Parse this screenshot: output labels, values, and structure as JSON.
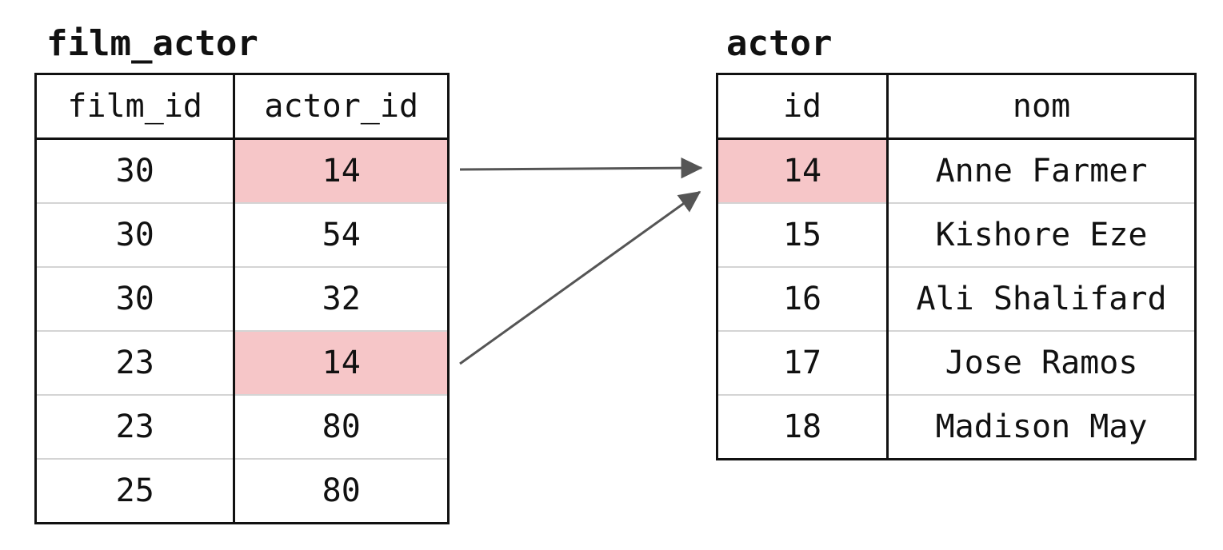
{
  "film_actor": {
    "title": "film_actor",
    "columns": [
      "film_id",
      "actor_id"
    ],
    "rows": [
      {
        "film_id": "30",
        "actor_id": "14",
        "highlight": true
      },
      {
        "film_id": "30",
        "actor_id": "54",
        "highlight": false
      },
      {
        "film_id": "30",
        "actor_id": "32",
        "highlight": false
      },
      {
        "film_id": "23",
        "actor_id": "14",
        "highlight": true
      },
      {
        "film_id": "23",
        "actor_id": "80",
        "highlight": false
      },
      {
        "film_id": "25",
        "actor_id": "80",
        "highlight": false
      }
    ]
  },
  "actor": {
    "title": "actor",
    "columns": [
      "id",
      "nom"
    ],
    "rows": [
      {
        "id": "14",
        "nom": "Anne Farmer",
        "highlight": true
      },
      {
        "id": "15",
        "nom": "Kishore Eze",
        "highlight": false
      },
      {
        "id": "16",
        "nom": "Ali Shalifard",
        "highlight": false
      },
      {
        "id": "17",
        "nom": "Jose Ramos",
        "highlight": false
      },
      {
        "id": "18",
        "nom": "Madison May",
        "highlight": false
      }
    ]
  },
  "colors": {
    "highlight": "#f6c6c8",
    "arrow": "#555555",
    "border": "#111111",
    "row_divider": "#d4d4d4"
  },
  "relations": [
    {
      "from_row": 0,
      "to_row": 0
    },
    {
      "from_row": 3,
      "to_row": 0
    }
  ]
}
